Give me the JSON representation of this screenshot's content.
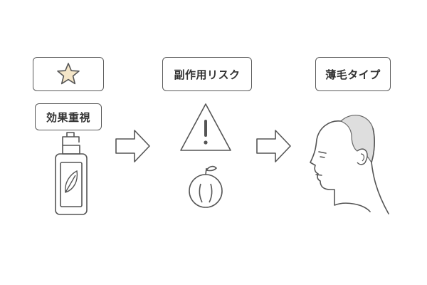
{
  "left": {
    "label": "効果重視",
    "icon": "star-icon",
    "star_color": "#f5e6c8"
  },
  "middle": {
    "label": "副作用リスク",
    "icons": [
      "warning-triangle-icon",
      "fruit-icon"
    ]
  },
  "right": {
    "label": "薄毛タイプ",
    "icon": "balding-head-icon",
    "hair_color": "#dedede"
  },
  "arrows": [
    "right-arrow-icon",
    "right-arrow-icon"
  ]
}
